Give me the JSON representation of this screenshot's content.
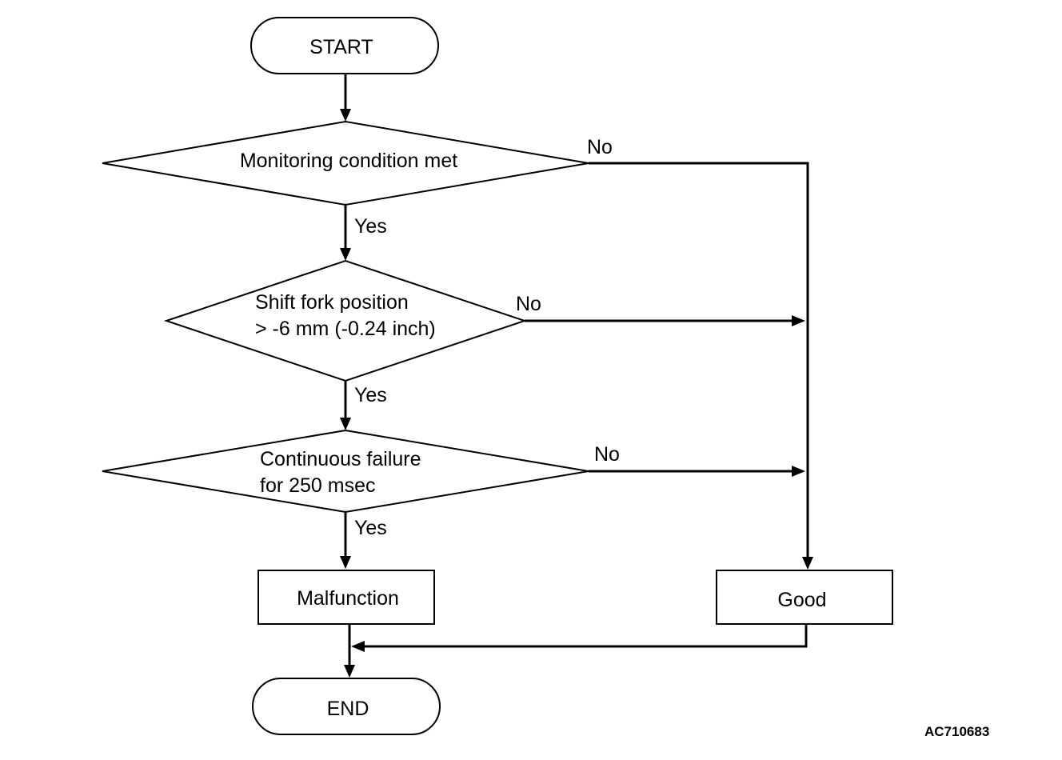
{
  "flowchart": {
    "start": "START",
    "decision1": "Monitoring condition met",
    "decision2": {
      "line1": "Shift fork position",
      "line2": "> -6 mm (-0.24 inch)"
    },
    "decision3": {
      "line1": "Continuous failure",
      "line2": "for 250 msec"
    },
    "yes_label": "Yes",
    "no_label": "No",
    "malfunction": "Malfunction",
    "good": "Good",
    "end": "END"
  },
  "reference_code": "AC710683"
}
